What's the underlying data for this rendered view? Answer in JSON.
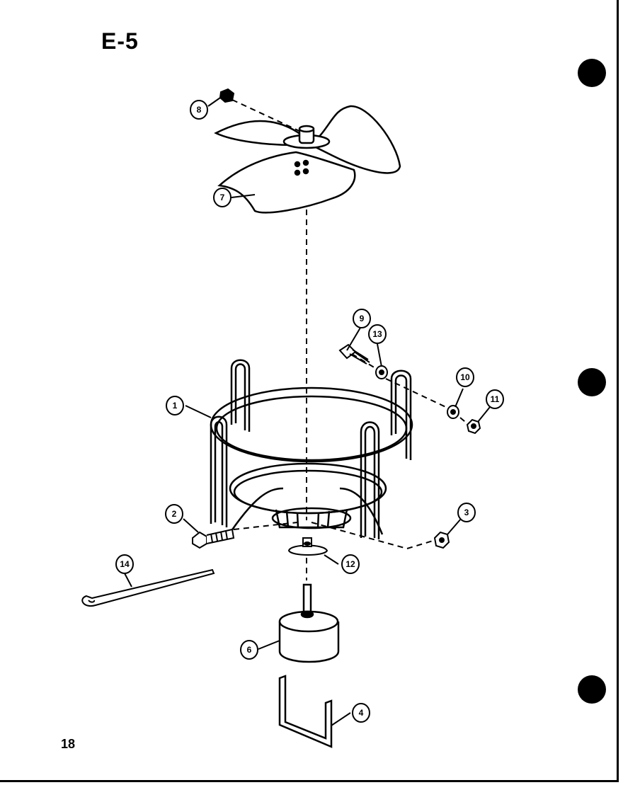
{
  "title": "E-5",
  "page_number": "18",
  "callouts": [
    {
      "id": "8",
      "name": "callout-8-fan-screw"
    },
    {
      "id": "7",
      "name": "callout-7-fan-blade"
    },
    {
      "id": "9",
      "name": "callout-9-bolt"
    },
    {
      "id": "13",
      "name": "callout-13-washer"
    },
    {
      "id": "10",
      "name": "callout-10-washer"
    },
    {
      "id": "11",
      "name": "callout-11-nut"
    },
    {
      "id": "1",
      "name": "callout-1-motor-bracket"
    },
    {
      "id": "2",
      "name": "callout-2-bolt"
    },
    {
      "id": "3",
      "name": "callout-3-nut"
    },
    {
      "id": "12",
      "name": "callout-12-grommet"
    },
    {
      "id": "14",
      "name": "callout-14-cotter-pin"
    },
    {
      "id": "6",
      "name": "callout-6-motor"
    },
    {
      "id": "4",
      "name": "callout-4-strap"
    }
  ]
}
